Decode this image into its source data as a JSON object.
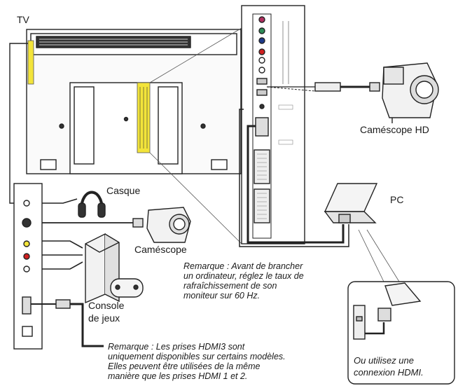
{
  "labels": {
    "tv": "TV",
    "camcorder_hd": "Caméscope HD",
    "pc": "PC",
    "headphones": "Casque",
    "camcorder": "Caméscope",
    "console_line1": "Console",
    "console_line2": "de jeux"
  },
  "notes": {
    "pc_note": [
      "Remarque : Avant de brancher",
      "un ordinateur, réglez le taux de",
      "rafraîchissement de son",
      "moniteur sur 60 Hz."
    ],
    "hdmi3_note": [
      "Remarque : Les prises HDMI3 sont",
      "uniquement disponibles sur certains modèles.",
      "Elles peuvent être utilisées de la même",
      "manière que les prises HDMI 1 et 2."
    ],
    "callout": [
      "Ou utilisez une",
      "connexion HDMI."
    ]
  }
}
